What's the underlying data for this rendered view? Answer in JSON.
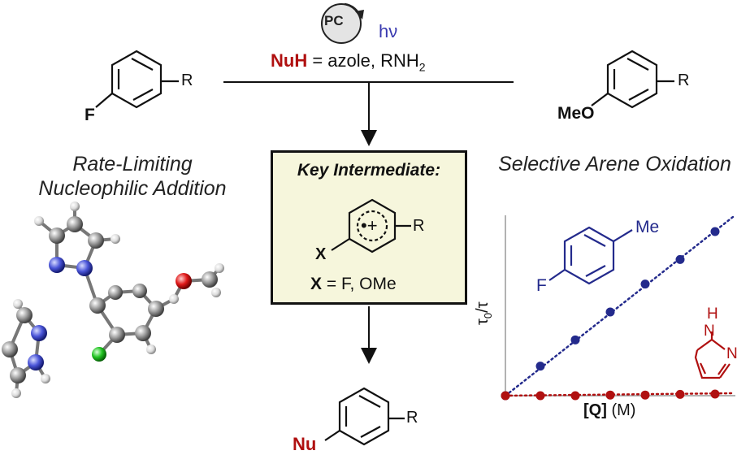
{
  "reaction": {
    "catalyst": "PC",
    "light": "hν",
    "nucleophile_label": "NuH",
    "nucleophile_text": " = azole, RNH",
    "nucleophile_subscript": "2"
  },
  "left_substrate": {
    "atom_label": "F",
    "r_group": "R"
  },
  "right_substrate": {
    "atom_label": "MeO",
    "r_group": "R"
  },
  "left_caption": {
    "line1": "Rate-Limiting",
    "line2": "Nucleophilic Addition"
  },
  "right_caption": {
    "line1": "Selective Arene Oxidation"
  },
  "key_intermediate": {
    "title": "Key Intermediate:",
    "x_label": "X",
    "r_group": "R",
    "x_definition_label": "X",
    "x_definition_text": " = F, OMe",
    "radical_cation": "•+"
  },
  "product": {
    "atom_label": "Nu",
    "r_group": "R"
  },
  "plot": {
    "y_label": "τ",
    "y_label_sub": "0",
    "y_label_tail": "/τ",
    "x_label_bold": "[Q]",
    "x_label_unit": " (M)",
    "quencher_substituent": "Me",
    "quencher_atom": "F",
    "azole_nh": "H",
    "azole_n1": "N",
    "azole_n2": "N",
    "colors": {
      "blue": "#232a8c",
      "red": "#b01010"
    }
  },
  "chart_data": {
    "type": "scatter",
    "xlabel": "[Q] (M)",
    "ylabel": "τ0/τ",
    "series": [
      {
        "values_x": [
          0,
          1,
          2,
          3,
          4,
          5,
          6
        ],
        "values_y": [
          1.0,
          1.9,
          2.7,
          3.55,
          4.4,
          5.15,
          6.0
        ],
        "color": "#232a8c"
      },
      {
        "values_x": [
          0,
          1,
          2,
          3,
          4,
          5,
          6
        ],
        "values_y": [
          1.0,
          1.0,
          1.0,
          1.02,
          1.02,
          1.04,
          1.05
        ],
        "color": "#b01010"
      }
    ]
  }
}
